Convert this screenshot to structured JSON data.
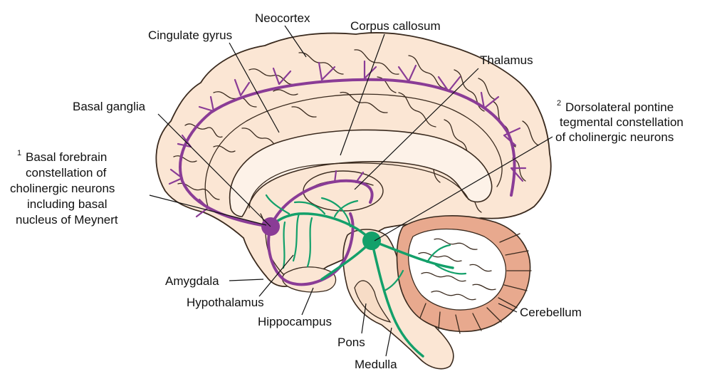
{
  "labels": {
    "neocortex": "Neocortex",
    "corpus_callosum": "Corpus callosum",
    "cingulate_gyrus": "Cingulate gyrus",
    "thalamus": "Thalamus",
    "basal_ganglia": "Basal ganglia",
    "dorsolateral": {
      "number": "2",
      "line1": "Dorsolateral pontine",
      "line2": "tegmental constellation",
      "line3": "of cholinergic neurons"
    },
    "basal_forebrain": {
      "number": "1",
      "line1": "Basal forebrain",
      "line2": "constellation of",
      "line3": "cholinergic neurons",
      "line4": "including basal",
      "line5": "nucleus of Meynert"
    },
    "amygdala": "Amygdala",
    "hypothalamus": "Hypothalamus",
    "hippocampus": "Hippocampus",
    "cerebellum": "Cerebellum",
    "pons": "Pons",
    "medulla": "Medulla"
  },
  "colors": {
    "brain_fill": "#fbe6d4",
    "outline": "#3a2a1e",
    "basal_forebrain_pathway": "#8a3c96",
    "pontine_pathway": "#13a06a",
    "cerebellum_fill": "#e8a98e"
  }
}
